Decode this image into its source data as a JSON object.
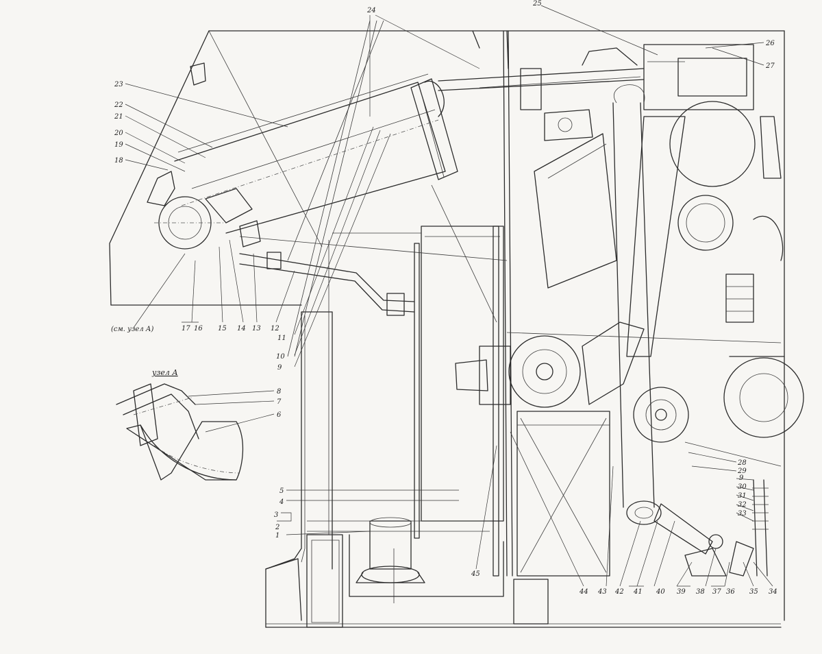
{
  "node_view": {
    "title": "узел А",
    "reference": "(см. узел А)"
  },
  "callouts": [
    {
      "id": "1",
      "label": "1"
    },
    {
      "id": "2",
      "label": "2"
    },
    {
      "id": "3",
      "label": "3"
    },
    {
      "id": "4",
      "label": "4"
    },
    {
      "id": "5",
      "label": "5"
    },
    {
      "id": "6",
      "label": "6"
    },
    {
      "id": "7",
      "label": "7"
    },
    {
      "id": "8",
      "label": "8"
    },
    {
      "id": "9a",
      "label": "9"
    },
    {
      "id": "9b",
      "label": "9"
    },
    {
      "id": "10",
      "label": "10"
    },
    {
      "id": "11",
      "label": "11"
    },
    {
      "id": "12",
      "label": "12"
    },
    {
      "id": "13",
      "label": "13"
    },
    {
      "id": "14",
      "label": "14"
    },
    {
      "id": "15",
      "label": "15"
    },
    {
      "id": "16",
      "label": "16"
    },
    {
      "id": "17",
      "label": "17"
    },
    {
      "id": "18",
      "label": "18"
    },
    {
      "id": "19",
      "label": "19"
    },
    {
      "id": "20",
      "label": "20"
    },
    {
      "id": "21",
      "label": "21"
    },
    {
      "id": "22",
      "label": "22"
    },
    {
      "id": "23",
      "label": "23"
    },
    {
      "id": "24",
      "label": "24"
    },
    {
      "id": "25",
      "label": "25"
    },
    {
      "id": "26",
      "label": "26"
    },
    {
      "id": "27",
      "label": "27"
    },
    {
      "id": "28",
      "label": "28"
    },
    {
      "id": "29",
      "label": "29"
    },
    {
      "id": "30",
      "label": "30"
    },
    {
      "id": "31",
      "label": "31"
    },
    {
      "id": "32",
      "label": "32"
    },
    {
      "id": "33",
      "label": "33"
    },
    {
      "id": "34",
      "label": "34"
    },
    {
      "id": "35",
      "label": "35"
    },
    {
      "id": "36",
      "label": "36"
    },
    {
      "id": "37",
      "label": "37"
    },
    {
      "id": "38",
      "label": "38"
    },
    {
      "id": "39",
      "label": "39"
    },
    {
      "id": "40",
      "label": "40"
    },
    {
      "id": "41",
      "label": "41"
    },
    {
      "id": "42",
      "label": "42"
    },
    {
      "id": "43",
      "label": "43"
    },
    {
      "id": "44",
      "label": "44"
    },
    {
      "id": "45",
      "label": "45"
    }
  ]
}
